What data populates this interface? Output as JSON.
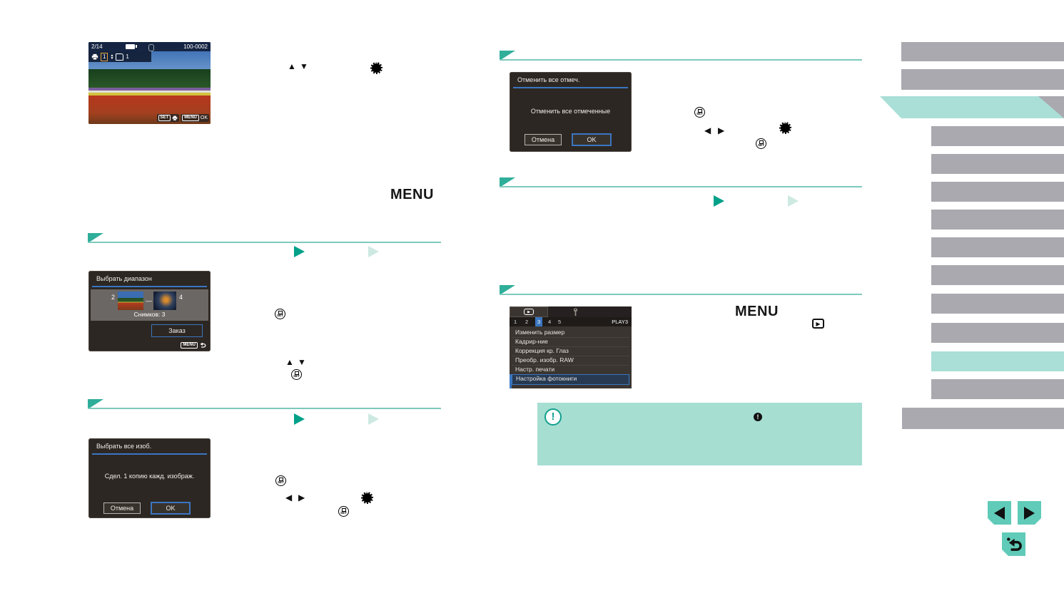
{
  "labels": {
    "menu_button": "MENU"
  },
  "icons": {
    "up": "▲",
    "down": "▼",
    "left": "◀",
    "right": "▶",
    "set_text": "SET",
    "exclaim": "!"
  },
  "camera_screen": {
    "counter": "2/14",
    "file_number": "100-0002",
    "print_marker_qty": "1",
    "copies_qty": "1",
    "overlay": {
      "set": "SET",
      "menu": "MENU",
      "ok": "OK"
    }
  },
  "range_dialog": {
    "title": "Выбрать диапазон",
    "start_index": "2",
    "end_index": "4",
    "dash": "—",
    "count": "Снимков: 3",
    "order": "Заказ",
    "menu": "MENU"
  },
  "select_all_dialog": {
    "title": "Выбрать все изоб.",
    "message": "Сдел. 1 копию кажд. изображ.",
    "cancel": "Отмена",
    "ok": "OK"
  },
  "cancel_all_dialog": {
    "title": "Отменить все отмеч.",
    "message": "Отменить все отмеченные",
    "cancel": "Отмена",
    "ok": "OK"
  },
  "menu_screen": {
    "tab_numbers": [
      "1",
      "2",
      "3",
      "4",
      "5"
    ],
    "active_tab": "3",
    "page_label": "PLAY3",
    "items": [
      "Изменить размер",
      "Кадрир-ние",
      "Коррекция кр. Глаз",
      "Преобр. изобр. RAW",
      "Настр. печати",
      "Настройка фотокниги"
    ],
    "selected_item": "Настройка фотокниги"
  },
  "colors": {
    "accent_teal": "#00a189",
    "light_teal": "#cde9e2",
    "panel_teal": "#a6ded2",
    "sidebar_gray": "#a9a9af",
    "nav_teal": "#60cbb8",
    "dialog_bg": "#2d2723",
    "highlight_blue": "#3a76c1"
  }
}
